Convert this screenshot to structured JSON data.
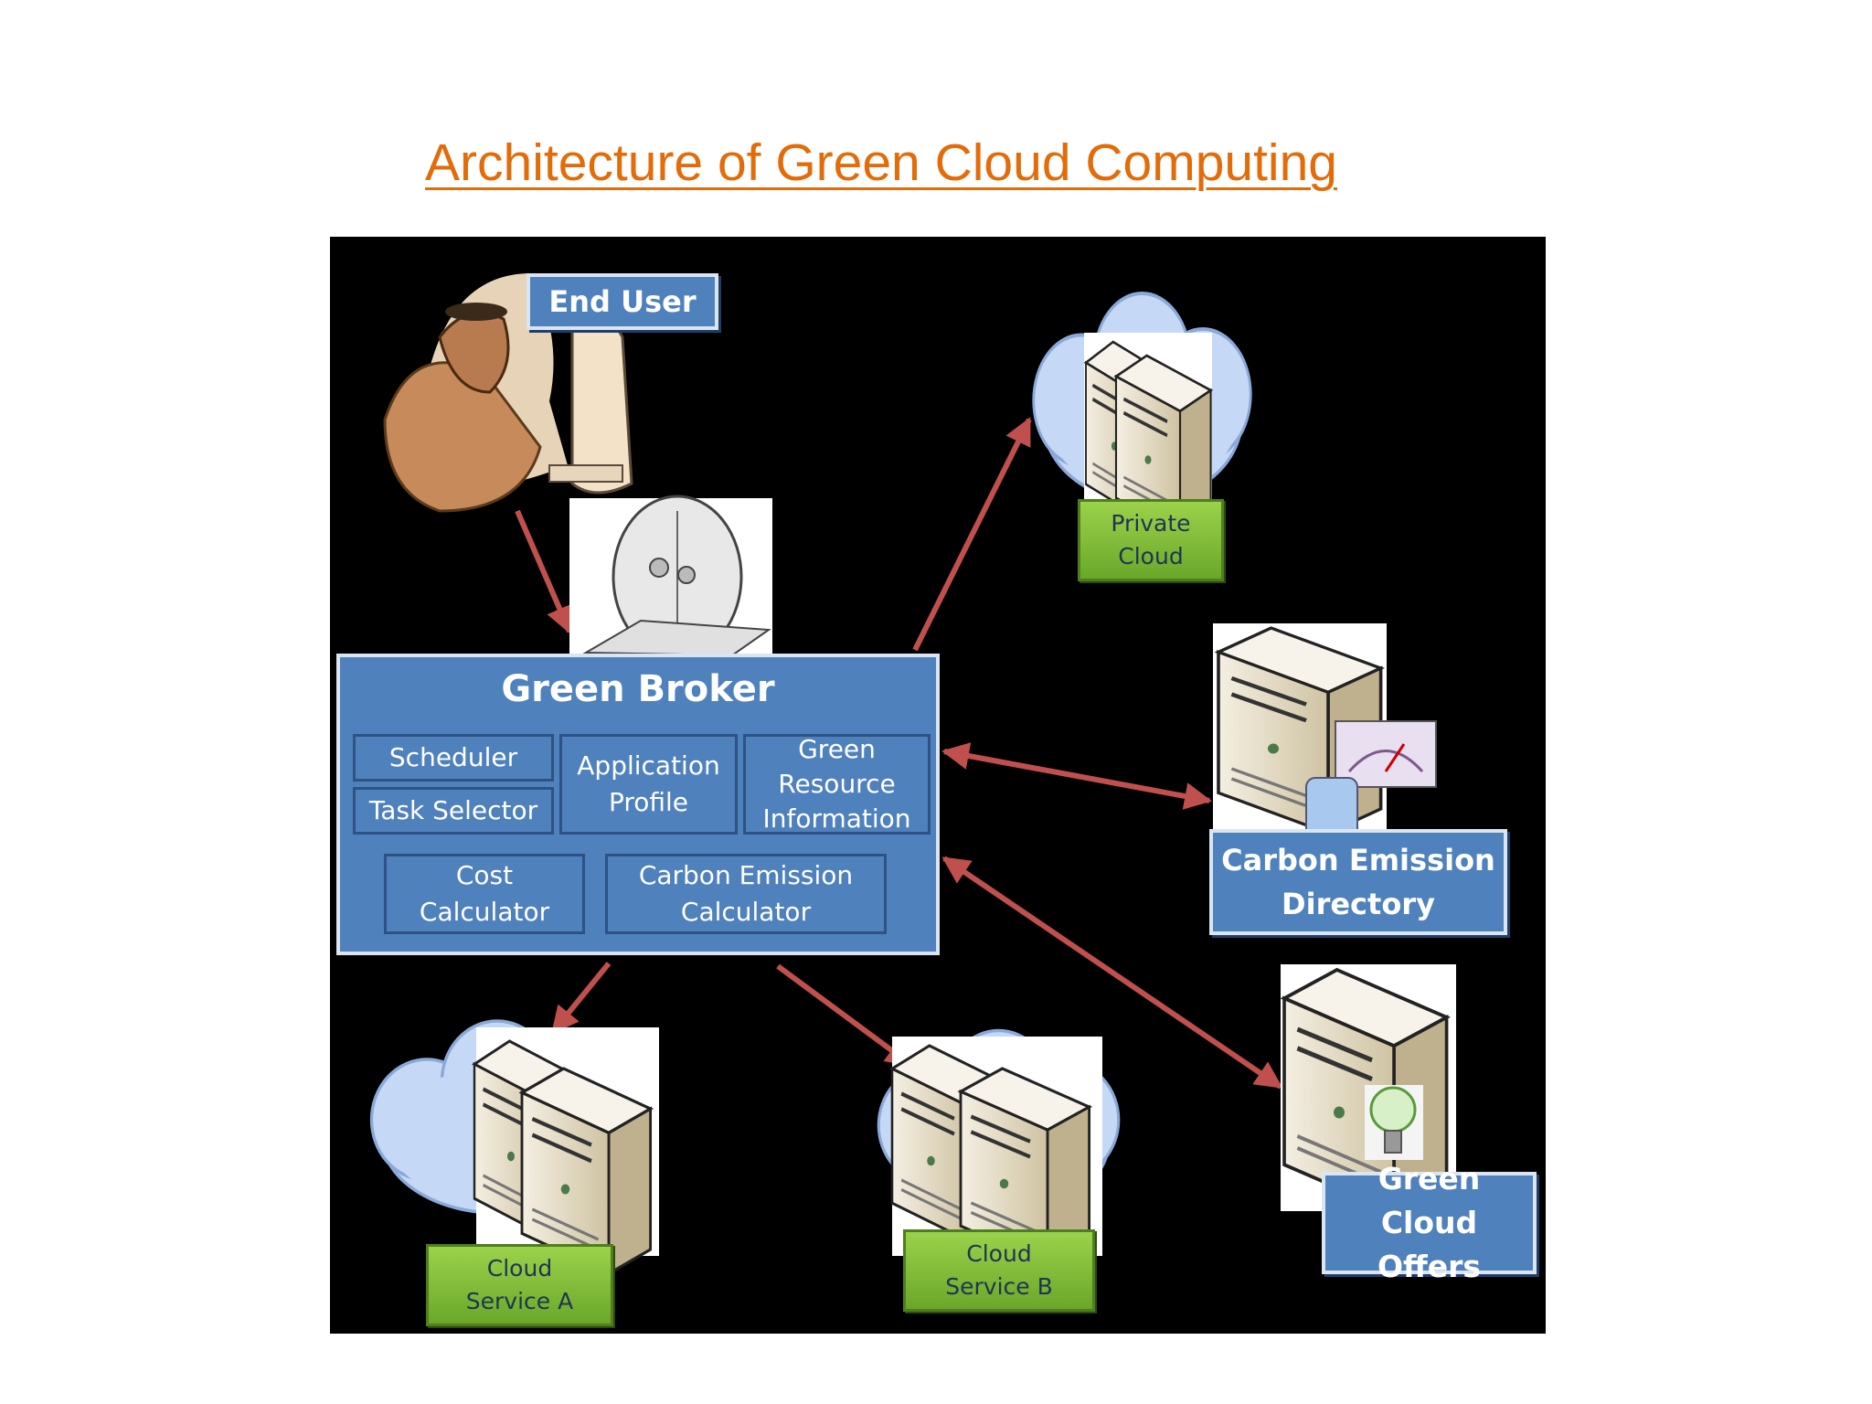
{
  "title": "Architecture of Green Cloud Computing",
  "nodes": {
    "end_user": "End User",
    "private_cloud": "Private\nCloud",
    "carbon_emission_directory": "Carbon Emission\nDirectory",
    "green_cloud_offers": "Green Cloud\nOffers",
    "cloud_service_a": "Cloud\nService A",
    "cloud_service_b": "Cloud\nService B"
  },
  "broker": {
    "title": "Green Broker",
    "components": {
      "scheduler": "Scheduler",
      "task_selector": "Task Selector",
      "application_profile": "Application\nProfile",
      "green_resource_information": "Green\nResource\nInformation",
      "cost_calculator": "Cost\nCalculator",
      "carbon_emission_calculator": "Carbon Emission\nCalculator"
    }
  },
  "colors": {
    "title": "#e36c0a",
    "label_blue": "#4f81bd",
    "label_green": "#8cc63f",
    "arrow": "#c0504d",
    "background": "#000000"
  }
}
